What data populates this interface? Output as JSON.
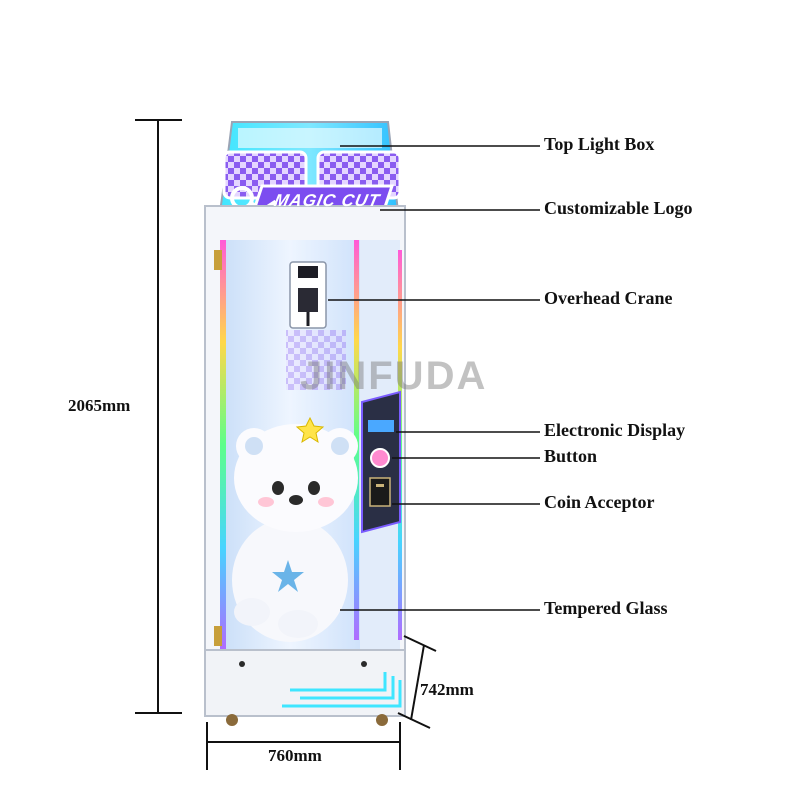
{
  "labels": {
    "top_light_box": "Top Light Box",
    "customizable_logo": "Customizable Logo",
    "overhead_crane": "Overhead Crane",
    "electronic_display": "Electronic Display",
    "button": "Button",
    "coin_acceptor": "Coin Acceptor",
    "tempered_glass": "Tempered Glass"
  },
  "dimensions": {
    "height": "2065mm",
    "depth": "742mm",
    "width": "760mm"
  },
  "logo_text": "MAGIC CUT",
  "watermark": "JINFUDA",
  "colors": {
    "cabinet": "#f4f6fa",
    "glass": "#d8e8fb",
    "accent_purple": "#8a5cf0",
    "neon_cyan": "#3fe6ff",
    "line": "#111111"
  }
}
